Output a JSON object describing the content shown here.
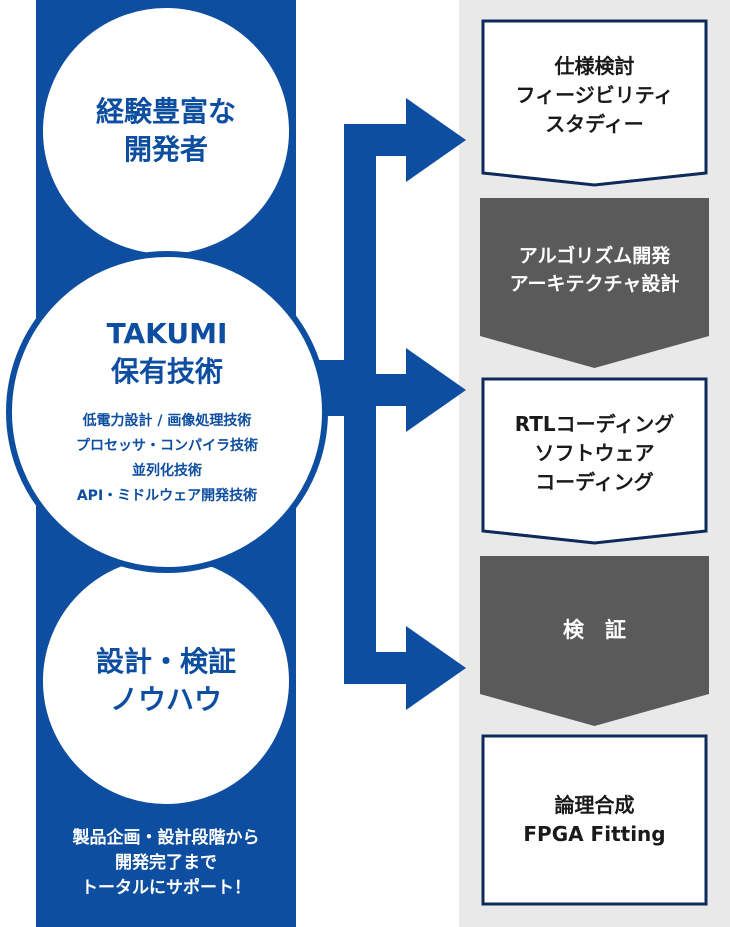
{
  "colors": {
    "blue": "#0e4ea1",
    "gray_box": "#5a5a5a",
    "right_bg": "#e9e9ea",
    "text_dark": "#1a1a1a"
  },
  "left": {
    "circle_top": [
      "経験豊富な",
      "開発者"
    ],
    "circle_middle": {
      "title": [
        "TAKUMI",
        "保有技術"
      ],
      "items": [
        "低電力設計 / 画像処理技術",
        "プロセッサ・コンパイラ技術",
        "並列化技術",
        "API・ミドルウェア開発技術"
      ]
    },
    "circle_bottom": [
      "設計・検証",
      "ノウハウ"
    ],
    "tagline": [
      "製品企画・設計段階から",
      "開発完了まで",
      "トータルにサポート！"
    ]
  },
  "steps": [
    {
      "style": "outline",
      "lines": [
        "仕様検討",
        "フィージビリティ",
        "スタディー"
      ]
    },
    {
      "style": "filled",
      "lines": [
        "アルゴリズム開発",
        "アーキテクチャ設計"
      ]
    },
    {
      "style": "outline",
      "lines": [
        "RTLコーディング",
        "ソフトウェア",
        "コーディング"
      ]
    },
    {
      "style": "filled",
      "lines": [
        "検　証"
      ]
    },
    {
      "style": "outline",
      "lines": [
        "論理合成",
        "FPGA Fitting"
      ]
    }
  ]
}
